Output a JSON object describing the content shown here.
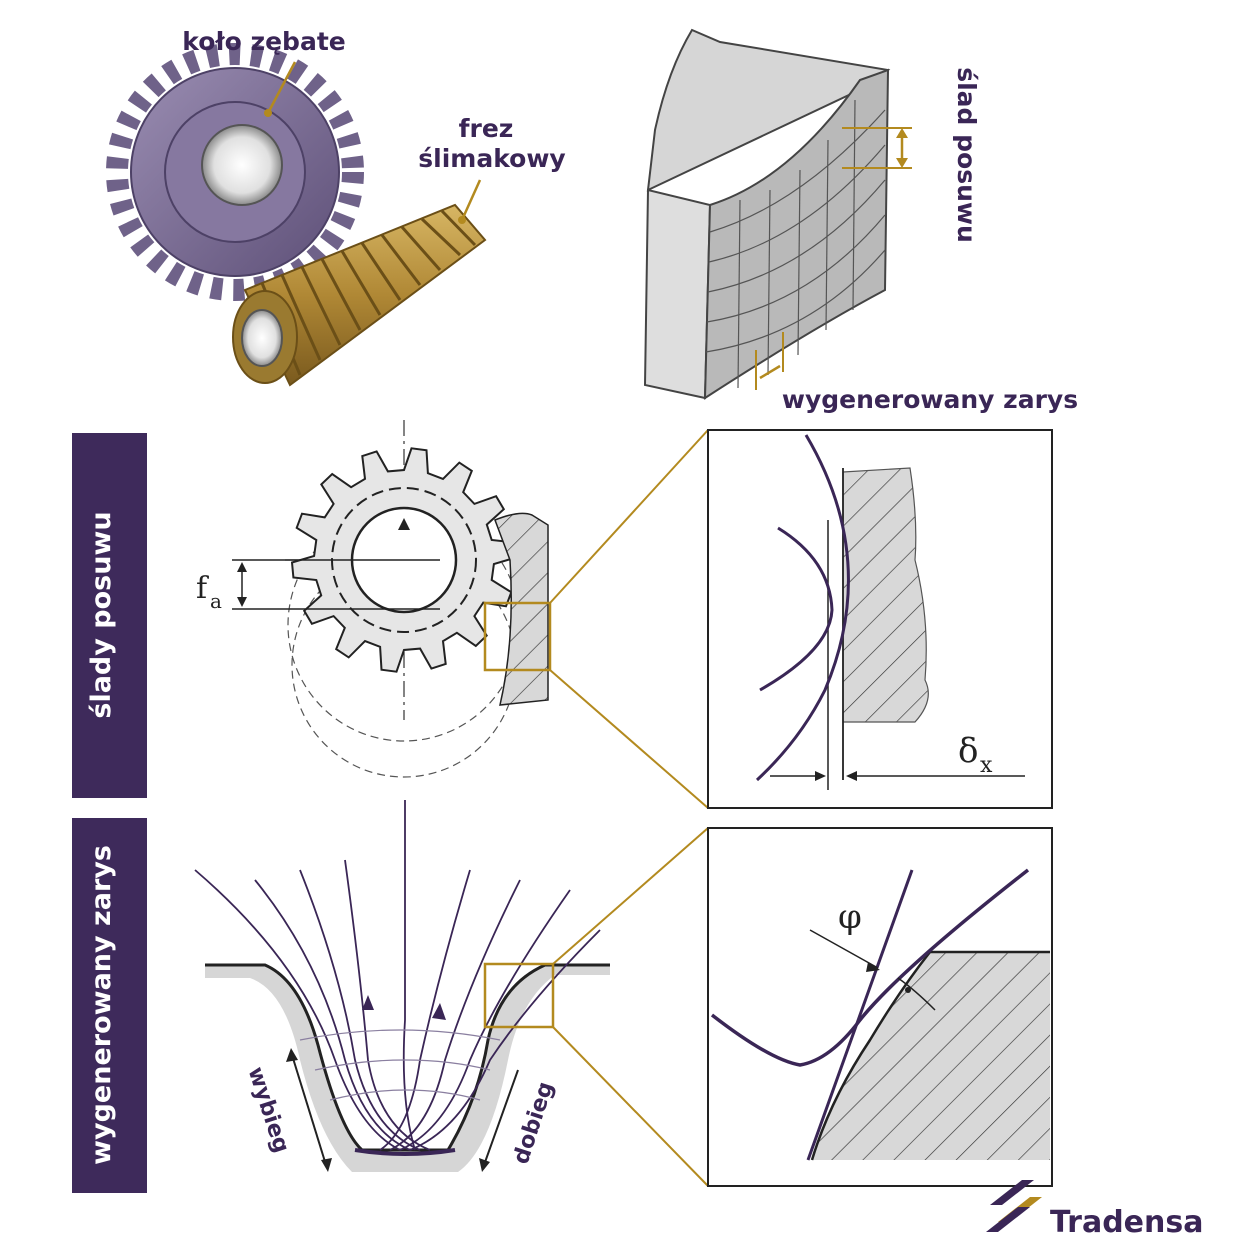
{
  "labels": {
    "gear": "koło zębate",
    "hob_line1": "frez",
    "hob_line2": "ślimakowy",
    "feed_trace": "ślad posuwu",
    "generated_profile": "wygenerowany zarys",
    "fa_main": "f",
    "fa_sub": "a",
    "delta_main": "δ",
    "delta_sub": "x",
    "phi": "φ",
    "wybieg": "wybieg",
    "dobieg": "dobieg"
  },
  "side_bands": {
    "top": "ślady posuwu",
    "bottom": "wygenerowany zarys"
  },
  "brand": {
    "name": "Tradensa"
  },
  "colors": {
    "purple": "#3a2656",
    "gold": "#b38a1f",
    "gear_purple": "#7d6e97",
    "hob_gold": "#b99240",
    "grey_fill": "#d9d9d9",
    "band": "#3e2a5b"
  }
}
